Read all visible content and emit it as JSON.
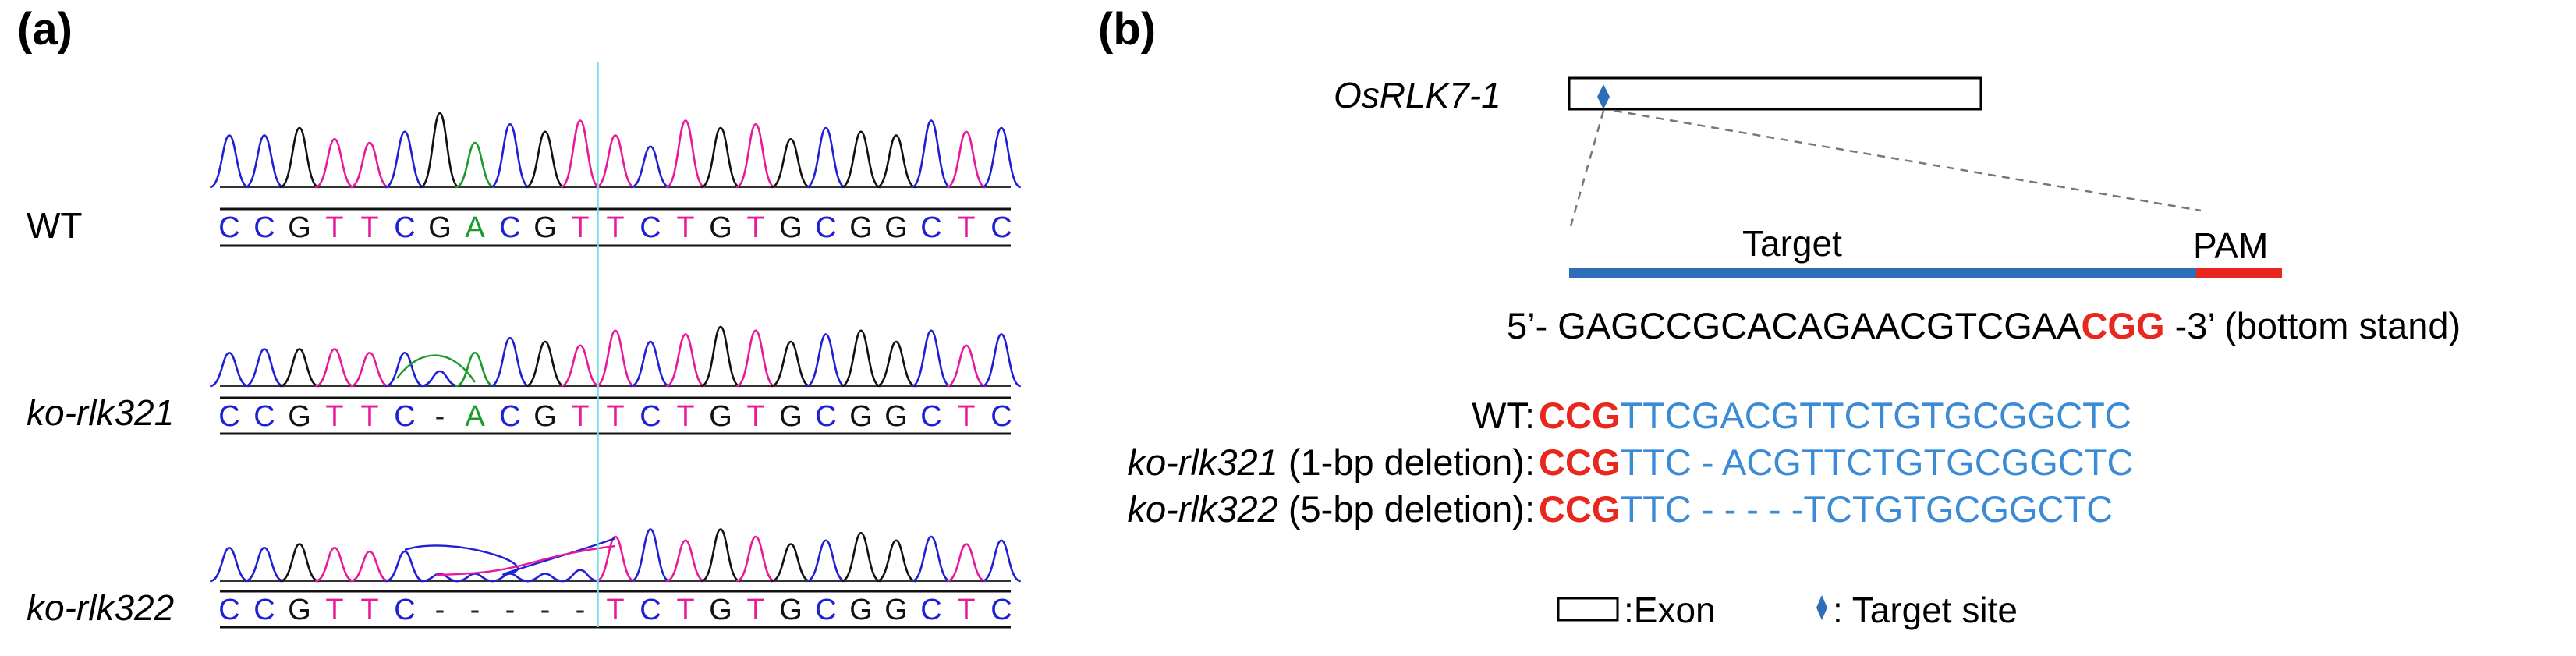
{
  "panel_a": {
    "label": "(a)",
    "samples": [
      {
        "name": "WT",
        "italic": false,
        "bases": [
          "C",
          "C",
          "G",
          "T",
          "T",
          "C",
          "G",
          "A",
          "C",
          "G",
          "T",
          "T",
          "C",
          "T",
          "G",
          "T",
          "G",
          "C",
          "G",
          "G",
          "C",
          "T",
          "C"
        ]
      },
      {
        "name": "ko-rlk321",
        "italic": true,
        "bases": [
          "C",
          "C",
          "G",
          "T",
          "T",
          "C",
          "-",
          "A",
          "C",
          "G",
          "T",
          "T",
          "C",
          "T",
          "G",
          "T",
          "G",
          "C",
          "G",
          "G",
          "C",
          "T",
          "C"
        ]
      },
      {
        "name": "ko-rlk322",
        "italic": true,
        "bases": [
          "C",
          "C",
          "G",
          "T",
          "T",
          "C",
          "-",
          "-",
          "-",
          "-",
          "-",
          "T",
          "C",
          "T",
          "G",
          "T",
          "G",
          "C",
          "G",
          "G",
          "C",
          "T",
          "C"
        ]
      }
    ],
    "base_colors": {
      "C": "#1f1fd6",
      "G": "#111111",
      "T": "#e8199a",
      "A": "#1e9a2c",
      "-": "#222222"
    }
  },
  "panel_b": {
    "label": "(b)",
    "gene_name": "OsRLK7-1",
    "target_label": "Target",
    "pam_label": "PAM",
    "seq_prefix": "5’- ",
    "seq_main": "GAGCCGCACAGAACGTCGAA",
    "seq_pam": "CGG",
    "seq_suffix": " -3’ (bottom stand)",
    "alignment": [
      {
        "name": "WT",
        "italic": false,
        "desc": ":",
        "pam": "CCG",
        "seq": "TTCGACGTTCTGTGCGGCTC"
      },
      {
        "name": "ko-rlk321",
        "italic": true,
        "desc": " (1-bp deletion):",
        "pam": "CCG",
        "seq": "TTC - ACGTTCTGTGCGGCTC"
      },
      {
        "name": "ko-rlk322",
        "italic": true,
        "desc": " (5-bp deletion):",
        "pam": "CCG",
        "seq": "TTC - - - - -TCTGTGCGGCTC"
      }
    ],
    "legend_exon": ":Exon",
    "legend_target": ": Target site",
    "colors": {
      "target_bar": "#2c6fb8",
      "pam_bar": "#e8281e",
      "marker": "#2c6fb8"
    }
  }
}
